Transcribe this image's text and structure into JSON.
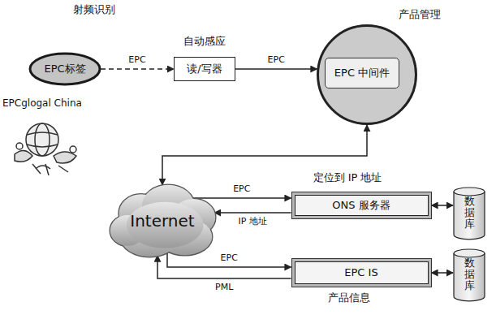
{
  "diagram": {
    "nodes": [
      {
        "text": [
          "EPC标签"
        ]
      },
      {
        "text": [
          "自动感应",
          "读/写器"
        ]
      },
      {
        "text": [
          "产品管理"
        ]
      },
      {
        "text": [
          "EPC 中间件"
        ],
        "in": 2
      },
      {
        "text": [
          "Internet"
        ]
      },
      {
        "text": [
          "定位到 IP 地址",
          "ONS 服务器"
        ]
      },
      {
        "text": [
          "数据库"
        ]
      },
      {
        "text": [
          "EPC IS",
          "产品信息"
        ]
      },
      {
        "text": [
          "数据库"
        ]
      }
    ],
    "edges": [
      {
        "from": 0,
        "to": 1,
        "label": "EPC",
        "arrow": "to"
      },
      {
        "from": 1,
        "to": 2,
        "label": "EPC",
        "arrow": "to"
      },
      {
        "from": 2,
        "to": 4,
        "arrow": "both"
      },
      {
        "from": 4,
        "to": 5,
        "label": "EPC",
        "arrow": "to"
      },
      {
        "from": 5,
        "to": 4,
        "label": "IP 地址",
        "arrow": "to"
      },
      {
        "from": 5,
        "to": 6,
        "arrow": "both"
      },
      {
        "from": 4,
        "to": 7,
        "label": "EPC",
        "arrow": "to"
      },
      {
        "from": 7,
        "to": 4,
        "label": "PML",
        "arrow": "to"
      },
      {
        "from": 7,
        "to": 8,
        "arrow": "both"
      }
    ],
    "labels": [
      "射频识别",
      "EPCglogal China"
    ]
  }
}
